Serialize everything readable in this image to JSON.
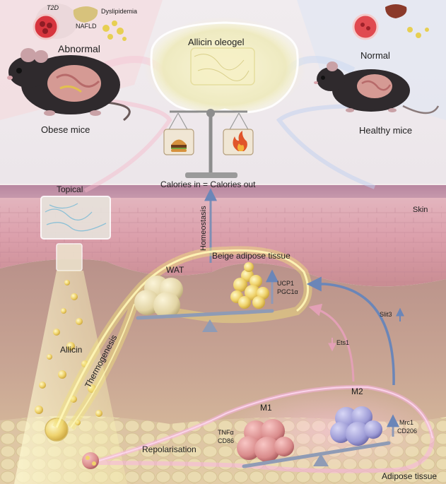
{
  "labels": {
    "t2d": "T2D",
    "nafld": "NAFLD",
    "dyslipidemia": "Dyslipidemia",
    "abnormal": "Abnormal",
    "obese_mice": "Obese mice",
    "allicin_oleogel": "Allicin oleogel",
    "normal": "Normal",
    "healthy_mice": "Healthy mice",
    "calories_balance": "Calories in = Calories out",
    "topical": "Topical",
    "skin": "Skin",
    "homeostasis": "Homeostasis",
    "beige_adipose_tissue": "Beige adipose tissue",
    "wat": "WAT",
    "ucp1": "UCP1",
    "pgc1a": "PGC1α",
    "slit3": "Slit3",
    "ets1": "Ets1",
    "allicin": "Allicin",
    "thermogenesis": "Thermogenesis",
    "m1": "M1",
    "m2": "M2",
    "tnfa": "TNFα",
    "cd86": "CD86",
    "mrc1": "Mrc1",
    "cd206": "CD206",
    "repolarisation": "Repolarisation",
    "adipose_tissue": "Adipose tissue"
  },
  "icons": {
    "balance_left": "burger-icon",
    "balance_right": "flame-icon"
  },
  "colors": {
    "skin": "#d89aa6",
    "fat": "#e9dcb0",
    "glow_yellow": "#f5e27a",
    "glow_pink": "#f2a6cf",
    "arrow_blue": "#6b86b8",
    "arrow_pink": "#e3a0b6"
  }
}
